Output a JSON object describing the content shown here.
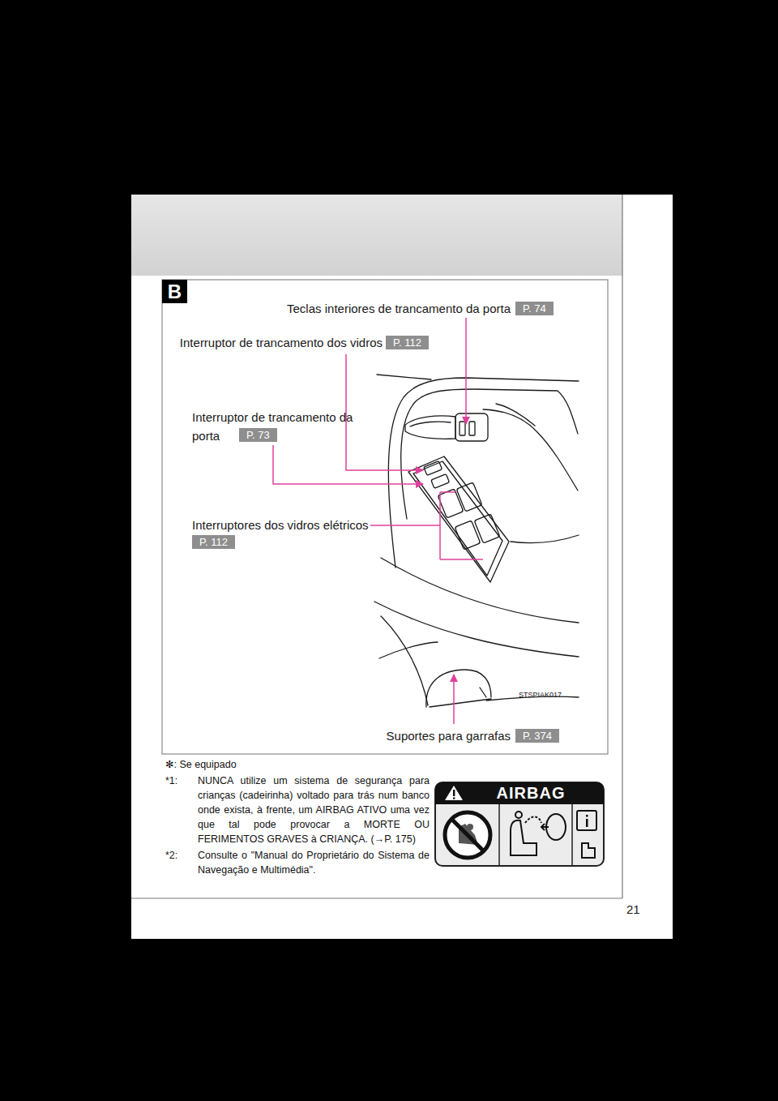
{
  "diagram": {
    "nodes": [
      {
        "text": [
          "B"
        ]
      },
      {
        "text": [
          "P. 74"
        ]
      },
      {
        "text": [
          "P. 112"
        ]
      },
      {
        "text": [
          "P. 73"
        ]
      },
      {
        "text": [
          "P. 112"
        ]
      },
      {
        "text": [
          "P. 374"
        ]
      },
      {
        "text": [
          "AIRBAG"
        ]
      }
    ],
    "labels": [
      "Teclas interiores de trancamento da porta",
      "Interruptor de trancamento dos vidros",
      "Interruptor de trancamento da porta",
      "Interruptores dos vidros elétricos",
      "Suportes para garrafas",
      "STSPIAK017",
      "✻: Se equipado",
      "*1:",
      "NUNCA utilize um sistema de segurança para crianças (cadeirinha) voltado para trás num banco onde exista, à frente, um AIRBAG ATIVO uma vez que tal pode provocar a MORTE OU FERIMENTOS GRAVES à CRIANÇA. (→P. 175)",
      "*2:",
      "Consulte o \"Manual do Proprietário do Sistema de Navegação e Multimédia\".",
      "21"
    ]
  }
}
